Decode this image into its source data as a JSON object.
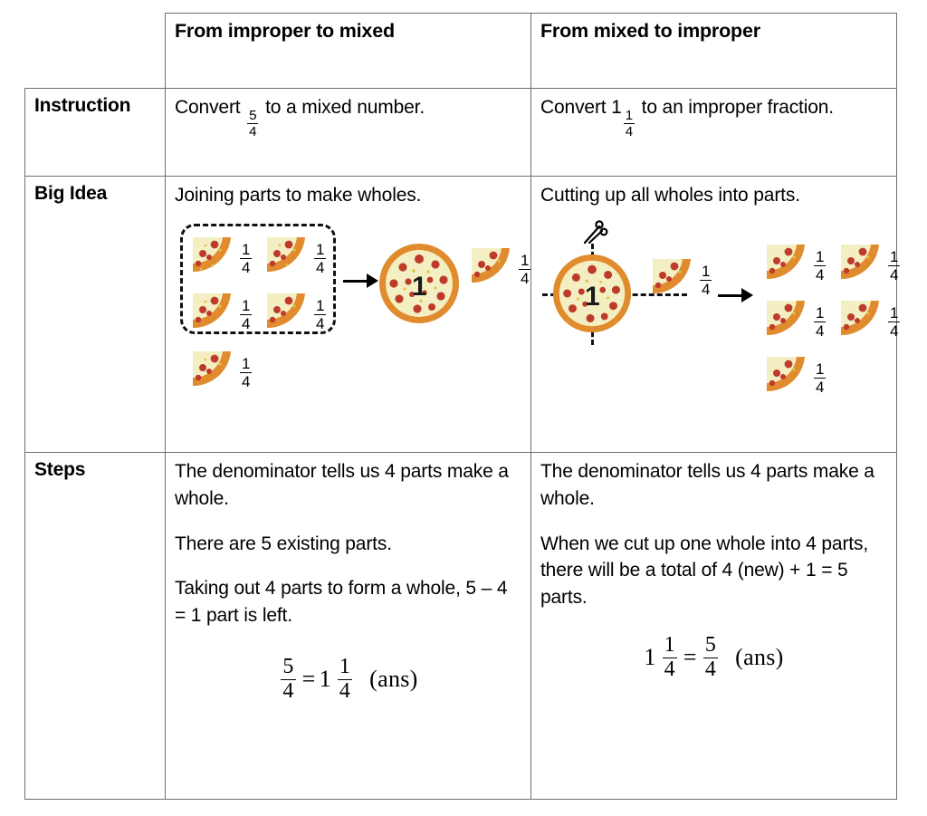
{
  "table": {
    "corner_blank": "",
    "columns": [
      {
        "id": "improper-to-mixed",
        "header": "From improper to mixed"
      },
      {
        "id": "mixed-to-improper",
        "header": "From mixed to improper"
      }
    ],
    "rows": [
      {
        "id": "instruction",
        "label": "Instruction"
      },
      {
        "id": "big-idea",
        "label": "Big Idea"
      },
      {
        "id": "steps",
        "label": "Steps"
      }
    ]
  },
  "instruction": {
    "left": {
      "text_before": "Convert",
      "fraction": {
        "numerator": "5",
        "denominator": "4"
      },
      "text_after": "to a mixed number."
    },
    "right": {
      "text_before": "Convert",
      "whole": "1",
      "fraction": {
        "numerator": "1",
        "denominator": "4"
      },
      "text_after": "to an improper fraction."
    }
  },
  "big_idea": {
    "left": {
      "text": "Joining parts to make wholes."
    },
    "right": {
      "text": "Cutting up all wholes into parts."
    }
  },
  "steps": {
    "left": {
      "paragraphs": [
        "The denominator tells us 4 parts make a whole.",
        "There are 5 existing parts.",
        "Taking out 4 parts to form a whole, 5 – 4 = 1 part is left."
      ],
      "equation": {
        "lhs": {
          "numerator": "5",
          "denominator": "4"
        },
        "operator": "=",
        "rhs_whole": "1",
        "rhs_fraction": {
          "numerator": "1",
          "denominator": "4"
        },
        "annotation": "(ans)"
      }
    },
    "right": {
      "paragraphs": [
        "The denominator tells us 4 parts make a whole.",
        "When we cut up one whole into 4 parts, there will be a total of 4 (new) + 1 = 5 parts."
      ],
      "equation": {
        "lhs_whole": "1",
        "lhs_fraction": {
          "numerator": "1",
          "denominator": "4"
        },
        "operator": "=",
        "rhs": {
          "numerator": "5",
          "denominator": "4"
        },
        "annotation": "(ans)"
      }
    }
  },
  "diagram_left": {
    "description": "Five quarter pizza slices; four grouped in a dashed box combine via arrow into one whole pizza plus one leftover quarter.",
    "grouped_slice_labels": [
      "1/4",
      "1/4",
      "1/4",
      "1/4"
    ],
    "leftover_slice_label": "1/4",
    "slice_fraction": {
      "numerator": "1",
      "denominator": "4"
    },
    "whole_label": "1",
    "result_slice_label": "1/4",
    "arrow": "right-arrow"
  },
  "diagram_right": {
    "description": "One whole pizza with dashed cut lines and scissors, plus one quarter slice; arrow leads to five quarter slices.",
    "whole_label": "1",
    "slice_fraction": {
      "numerator": "1",
      "denominator": "4"
    },
    "scissors": "scissors-icon",
    "result_slice_labels": [
      "1/4",
      "1/4",
      "1/4",
      "1/4",
      "1/4"
    ],
    "arrow": "right-arrow"
  },
  "colors": {
    "crust_outer": "#E08B2E",
    "crust_inner": "#F0A94C",
    "cheese": "#F4EFC2",
    "pepperoni": "#BE3A2B",
    "border": "#6f6f6f",
    "text": "#000000"
  }
}
